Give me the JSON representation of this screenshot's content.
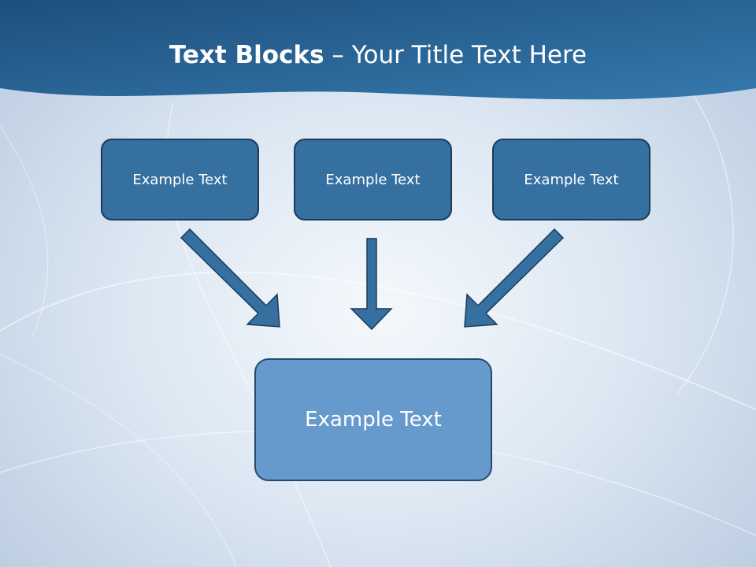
{
  "title": {
    "bold": "Text Blocks",
    "separator": " – ",
    "rest": "Your Title Text Here"
  },
  "boxes": [
    {
      "label": "Example Text"
    },
    {
      "label": "Example Text"
    },
    {
      "label": "Example Text"
    }
  ],
  "target_box": {
    "label": "Example Text"
  },
  "colors": {
    "header": "#235a8a",
    "box": "#3670a0",
    "target": "#6699cc",
    "arrow": "#3670a0"
  }
}
